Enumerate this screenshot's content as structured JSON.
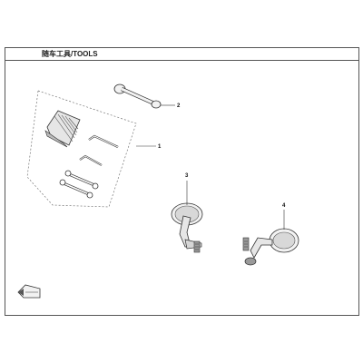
{
  "title": "随车工具/TOOLS",
  "callouts": [
    {
      "id": "tool-kit",
      "label": "1"
    },
    {
      "id": "pin",
      "label": "2"
    },
    {
      "id": "mirror-left",
      "label": "3"
    },
    {
      "id": "mirror-right",
      "label": "4"
    }
  ],
  "colors": {
    "line": "#333333",
    "dash": "#777777",
    "fill_light": "#f2f2f2",
    "fill_mid": "#d6d6d6",
    "fill_dark": "#9a9a9a"
  }
}
